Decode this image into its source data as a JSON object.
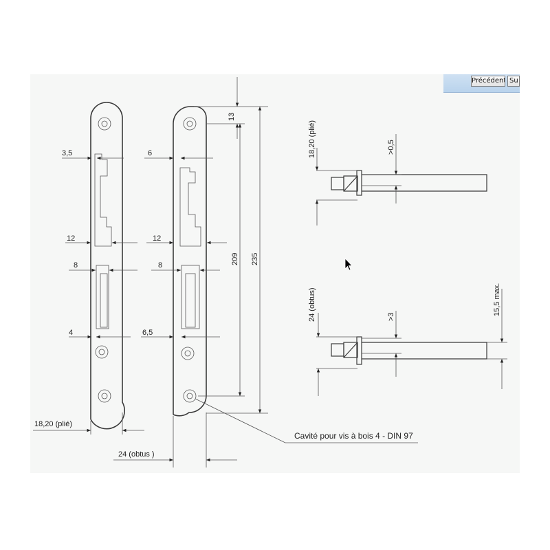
{
  "nav": {
    "prev_label": "Précédent",
    "next_label": "Su"
  },
  "plate_left": {
    "dims": {
      "top_cut_width": "3,5",
      "mid_width": "12",
      "lower_cut_width": "8",
      "lower_offset": "4",
      "bend_width": "18,20 (plié)"
    }
  },
  "plate_right": {
    "dims": {
      "top_cut_width": "6",
      "mid_width": "12",
      "lower_cut_width": "8",
      "lower_offset": "6,5",
      "bend_width": "24 (obtus )",
      "top_height": "13",
      "hole_distance": "209",
      "total_height": "235"
    }
  },
  "callout": {
    "text": "Cavité pour vis à bois 4 - DIN 97"
  },
  "side_top": {
    "height_label": "18,20 (plié)",
    "gap_label": ">0,5"
  },
  "side_bottom": {
    "height_label": "24 (obtus)",
    "gap_label": ">3",
    "max_label": "15,5 max."
  },
  "icons": {
    "cursor": "arrow-cursor-icon"
  },
  "colors": {
    "drawing_background": "#f6f7f6",
    "line": "#3a3a3a",
    "nav_bar": "#c6dbf0"
  }
}
